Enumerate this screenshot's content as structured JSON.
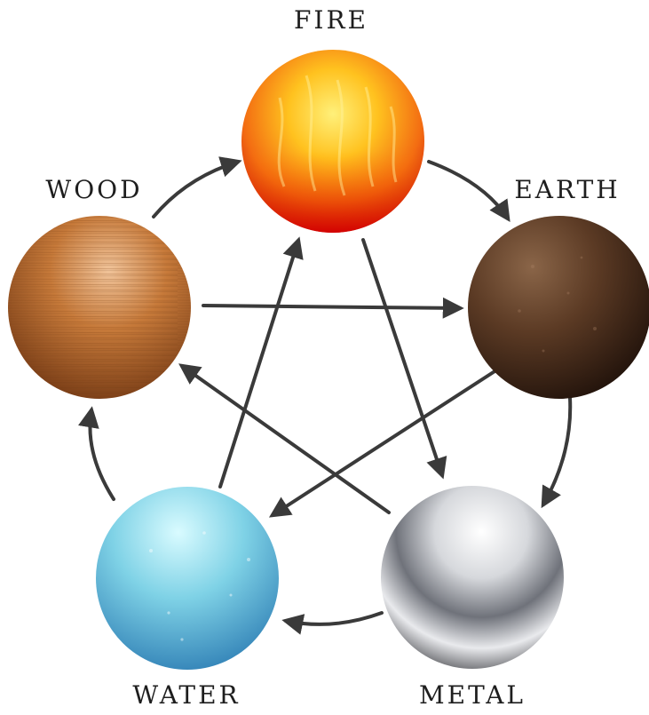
{
  "elements": {
    "fire": {
      "label": "FIRE"
    },
    "earth": {
      "label": "EARTH"
    },
    "metal": {
      "label": "METAL"
    },
    "water": {
      "label": "WATER"
    },
    "wood": {
      "label": "WOOD"
    }
  },
  "generating_cycle": [
    [
      "wood",
      "fire"
    ],
    [
      "fire",
      "earth"
    ],
    [
      "earth",
      "metal"
    ],
    [
      "metal",
      "water"
    ],
    [
      "water",
      "wood"
    ]
  ],
  "controlling_cycle": [
    [
      "wood",
      "earth"
    ],
    [
      "earth",
      "water"
    ],
    [
      "water",
      "fire"
    ],
    [
      "fire",
      "metal"
    ],
    [
      "metal",
      "wood"
    ]
  ],
  "colors": {
    "arrow": "#3a3a3a",
    "label": "#1e1e1e"
  }
}
